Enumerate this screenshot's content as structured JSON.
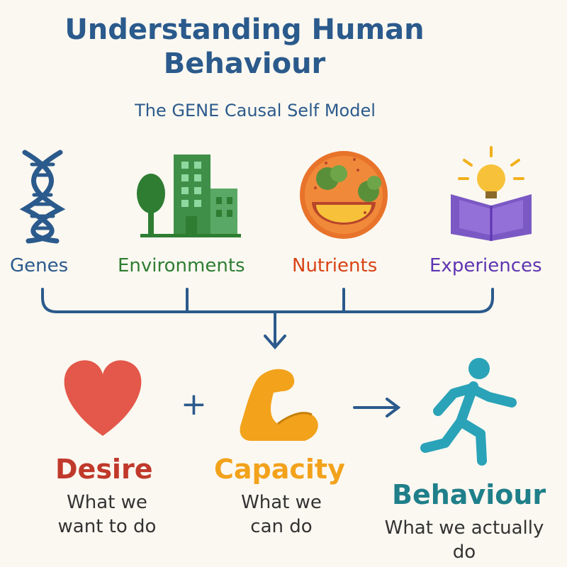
{
  "title": "Understanding Human Behaviour",
  "subtitle": "The GENE Causal Self Model",
  "factors": [
    {
      "label": "Genes",
      "color": "#2b5a8c",
      "icon": "dna-helix-icon"
    },
    {
      "label": "Environments",
      "color": "#2e7d32",
      "icon": "buildings-tree-icon"
    },
    {
      "label": "Nutrients",
      "color": "#d84315",
      "icon": "food-plate-icon"
    },
    {
      "label": "Experiences",
      "color": "#5e35b1",
      "icon": "book-lightbulb-icon"
    }
  ],
  "operators": {
    "plus": "+"
  },
  "outcomes": [
    {
      "label": "Desire",
      "description": "What we want to do",
      "color": "#c0392b",
      "icon": "heart-icon"
    },
    {
      "label": "Capacity",
      "description": "What we can do",
      "color": "#f2a21b",
      "icon": "flexed-arm-icon"
    },
    {
      "label": "Behaviour",
      "description": "What we actually do",
      "color": "#1f7f8a",
      "icon": "running-person-icon"
    }
  ]
}
